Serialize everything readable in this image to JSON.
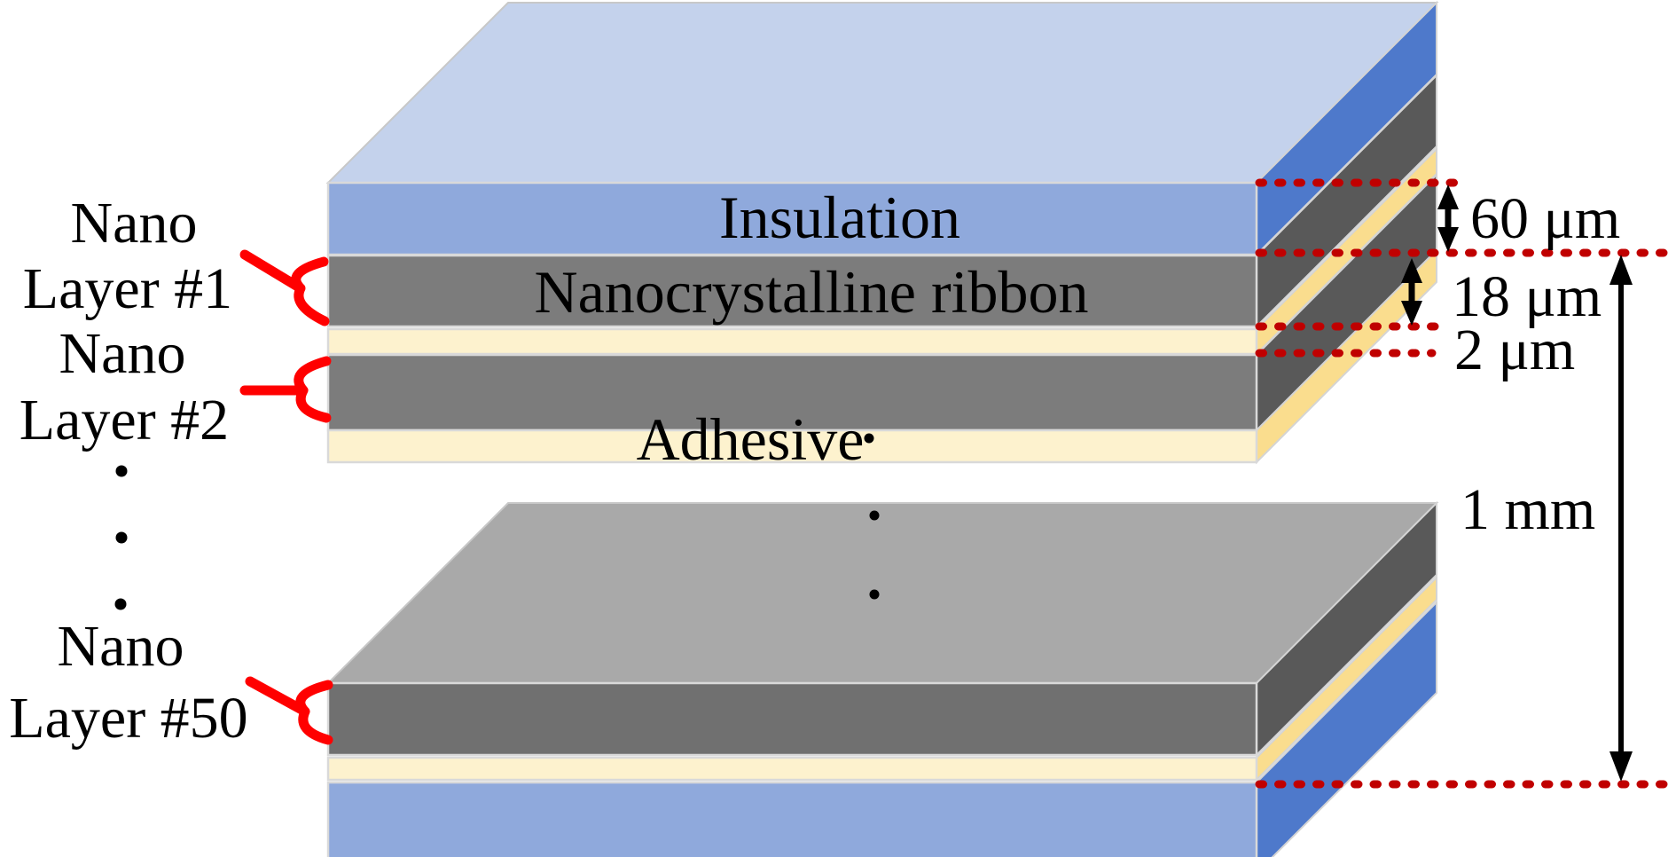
{
  "figure": {
    "block_labels": {
      "insulation": "Insulation",
      "ribbon": "Nanocrystalline ribbon",
      "adhesive": "Adhesive"
    },
    "layer_callouts": [
      {
        "line1": "Nano",
        "line2": "Layer #1"
      },
      {
        "line1": "Nano",
        "line2": "Layer #2"
      },
      {
        "line1": "Nano",
        "line2": "Layer #50"
      }
    ],
    "dimensions": {
      "insulation_thickness": "60 μm",
      "ribbon_thickness": "18 μm",
      "adhesive_thickness": "2 μm",
      "total_stack_height": "1 mm"
    },
    "colors": {
      "insulation_front": "#8FA9DC",
      "insulation_side": "#4E79CB",
      "insulation_top": "#C4D2EC",
      "ribbon_front_top_block": "#7C7C7C",
      "ribbon_front_bottom_block": "#707070",
      "ribbon_side": "#595959",
      "ribbon_top": "#A9A9A9",
      "adhesive_front": "#FDF2CE",
      "adhesive_side": "#FADD8E",
      "dimension_line_red": "#C00000",
      "callout_red": "#FF0000",
      "text": "#000000"
    }
  }
}
